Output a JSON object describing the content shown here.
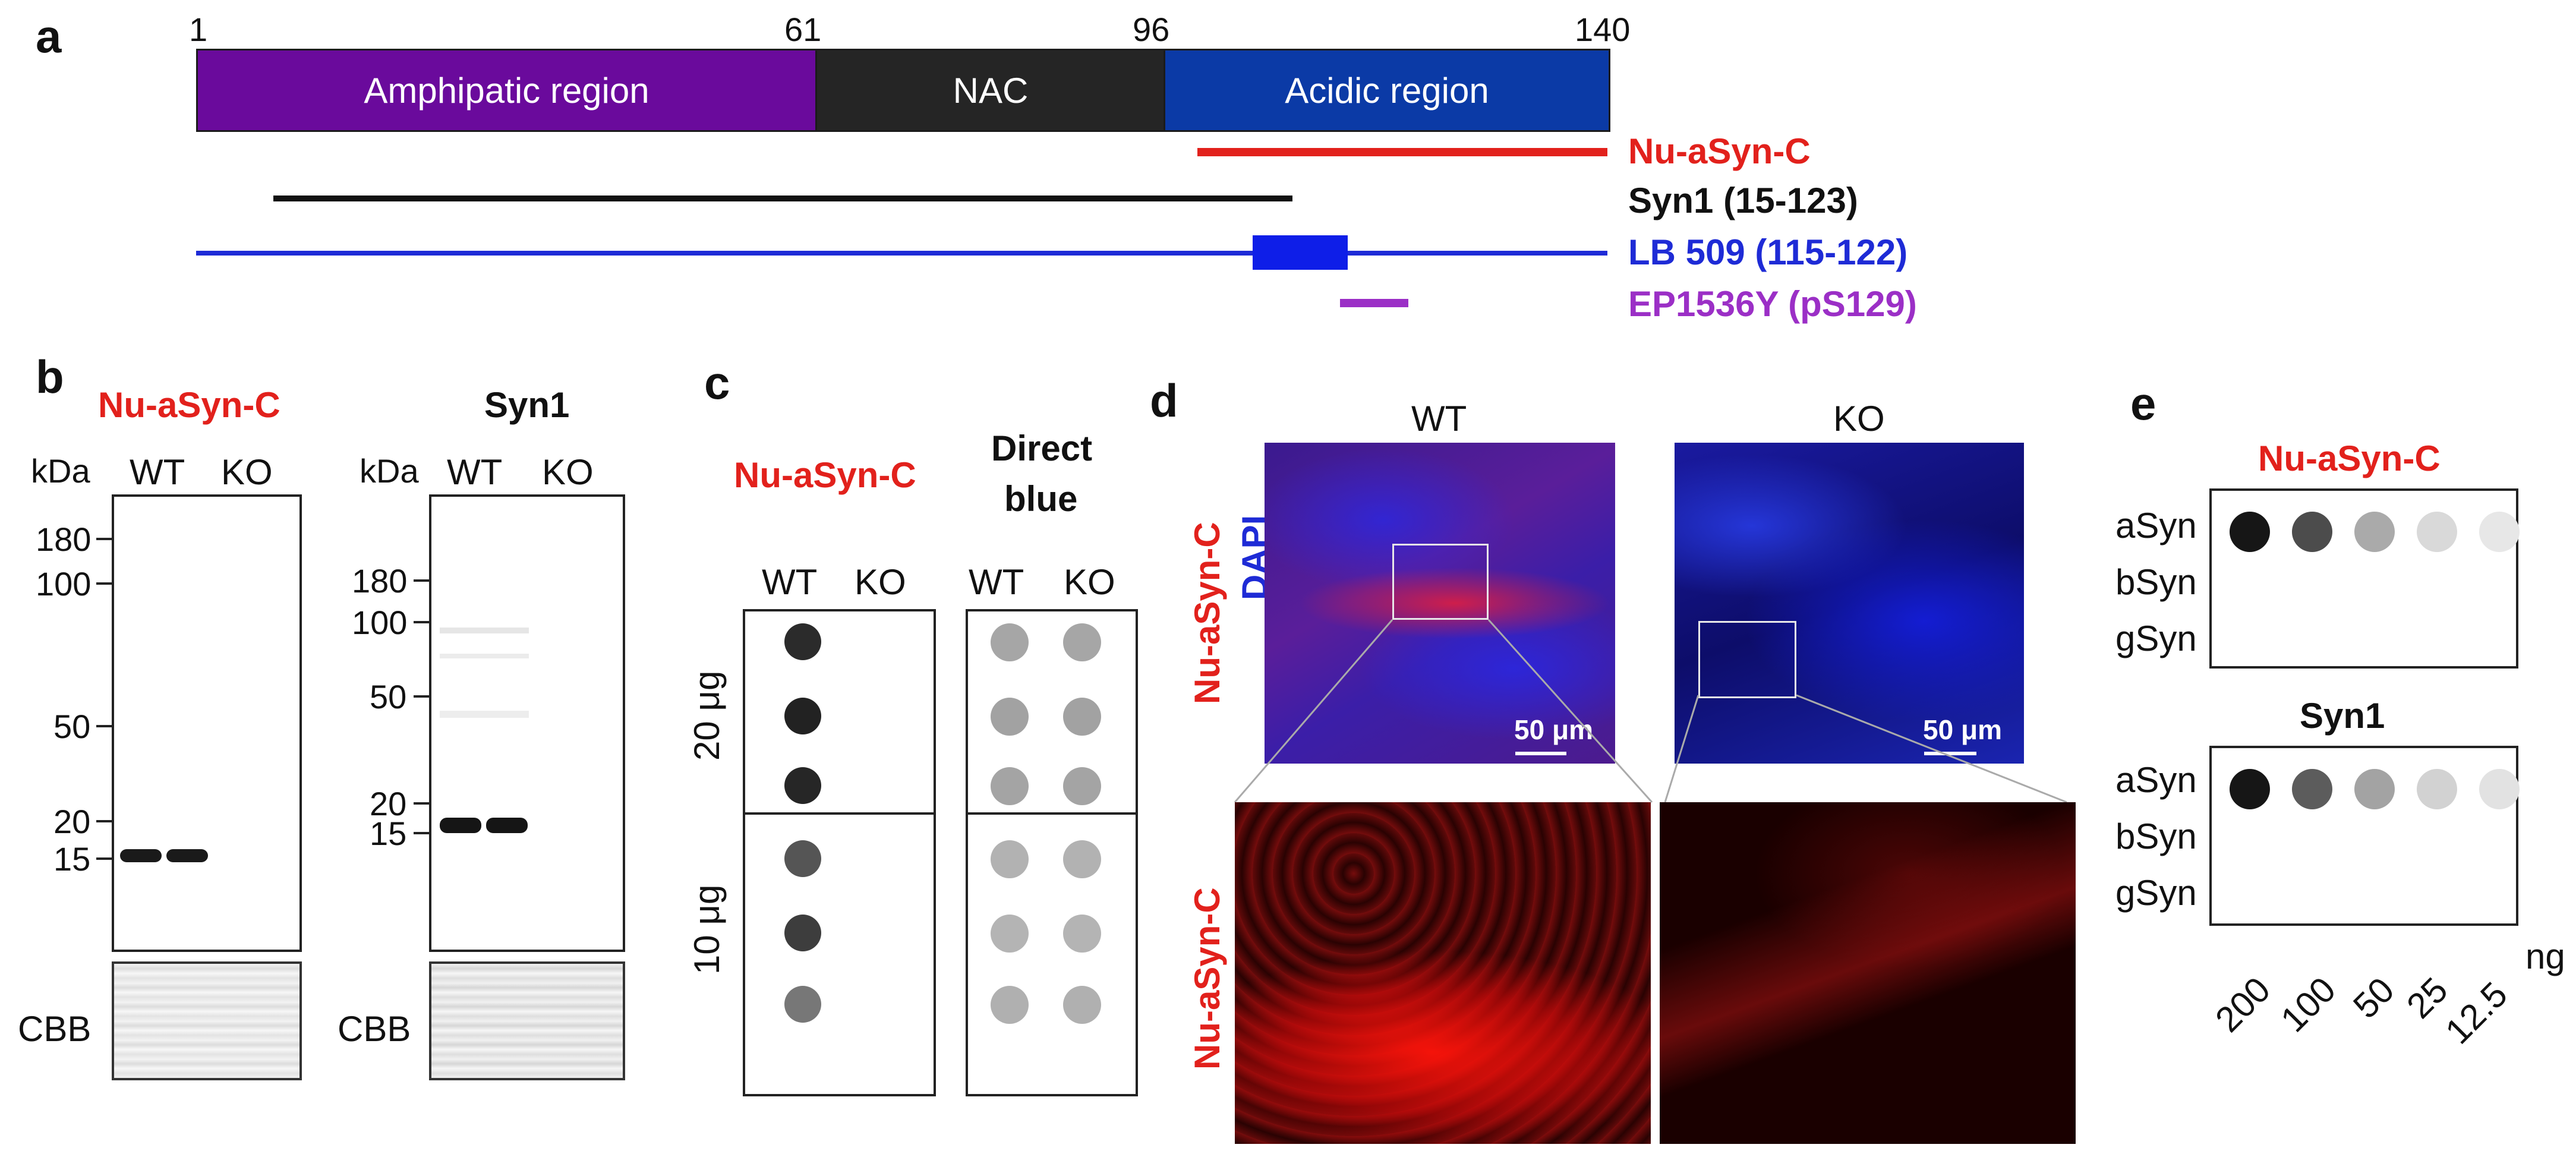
{
  "panels": {
    "a": "a",
    "b": "b",
    "c": "c",
    "d": "d",
    "e": "e"
  },
  "panel_a": {
    "positions": [
      "1",
      "61",
      "96",
      "140"
    ],
    "regions": [
      {
        "label": "Amphipatic region",
        "color": "#6a0a9c"
      },
      {
        "label": "NAC",
        "color": "#252525"
      },
      {
        "label": "Acidic region",
        "color": "#0b3aa6"
      }
    ],
    "epitopes": [
      {
        "label": "Nu-aSyn-C",
        "color": "#e2211c"
      },
      {
        "label": "Syn1 (15-123)",
        "color": "#111111"
      },
      {
        "label": "LB 509 (115-122)",
        "color": "#1e2bd6"
      },
      {
        "label": "EP1536Y (pS129)",
        "color": "#9b2fc6"
      }
    ]
  },
  "panel_b": {
    "left": {
      "title": "Nu-aSyn-C",
      "kda": "kDa",
      "lanes": [
        "WT",
        "KO"
      ],
      "markers": [
        "180",
        "100",
        "50",
        "20",
        "15"
      ],
      "cbb": "CBB"
    },
    "right": {
      "title": "Syn1",
      "kda": "kDa",
      "lanes": [
        "WT",
        "KO"
      ],
      "markers": [
        "180",
        "100",
        "50",
        "20",
        "15"
      ],
      "cbb": "CBB"
    }
  },
  "panel_c": {
    "blot1_title": "Nu-aSyn-C",
    "blot2_title_line1": "Direct",
    "blot2_title_line2": "blue",
    "lanes": [
      "WT",
      "KO",
      "WT",
      "KO"
    ],
    "amounts": [
      "20 μg",
      "10 μg"
    ]
  },
  "panel_d": {
    "columns": [
      "WT",
      "KO"
    ],
    "side_label_top_red": "Nu-aSyn-C",
    "side_label_top_blue": "DAPI",
    "side_label_bottom": "Nu-aSyn-C",
    "scale_bar": "50 μm"
  },
  "panel_e": {
    "blot1_title": "Nu-aSyn-C",
    "blot2_title": "Syn1",
    "rows": [
      "aSyn",
      "bSyn",
      "gSyn"
    ],
    "amounts": [
      "200",
      "100",
      "50",
      "25",
      "12.5"
    ],
    "unit": "ng",
    "blot1_intensity": [
      0.95,
      0.72,
      0.32,
      0.12,
      0.06
    ],
    "blot2_intensity": [
      0.95,
      0.65,
      0.35,
      0.15,
      0.08
    ]
  }
}
